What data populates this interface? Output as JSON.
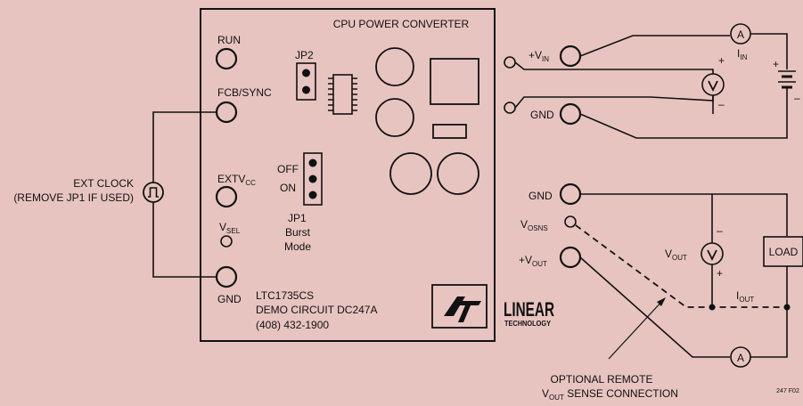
{
  "board": {
    "title": "CPU POWER CONVERTER",
    "part": "LTC1735CS",
    "demo": "DEMO CIRCUIT DC247A",
    "phone": "(408) 432-1900"
  },
  "terminals": {
    "run": "RUN",
    "fcb": "FCB/SYNC",
    "extv_main": "EXTV",
    "extv_sub": "CC",
    "vsel_main": "V",
    "vsel_sub": "SEL",
    "gnd_left": "GND",
    "vin_main": "+V",
    "vin_sub": "IN",
    "gnd_in": "GND",
    "gnd_out": "GND",
    "vosns_main": "V",
    "vosns_sub": "OSNS",
    "vout_main": "+V",
    "vout_sub": "OUT"
  },
  "jumpers": {
    "jp2": "JP2",
    "jp1": "JP1",
    "jp1_mode1": "Burst",
    "jp1_mode2": "Mode",
    "off": "OFF",
    "on": "ON"
  },
  "external": {
    "ext_clock": "EXT CLOCK",
    "ext_clock_note": "(REMOVE JP1 IF USED)",
    "ammeter": "A",
    "iin_main": "I",
    "iin_sub": "IN",
    "iout_main": "I",
    "iout_sub": "OUT",
    "vout_meter_main": "V",
    "vout_meter_sub": "OUT",
    "load": "LOAD",
    "remote_1": "OPTIONAL REMOTE",
    "remote_2_main": "V",
    "remote_2_sub": "OUT",
    "remote_2_rest": " SENSE CONNECTION",
    "plus": "+",
    "minus": "–"
  },
  "logo": {
    "word1": "LINEAR",
    "word2": "TECHNOLOGY"
  },
  "figure_code": "247 F02"
}
